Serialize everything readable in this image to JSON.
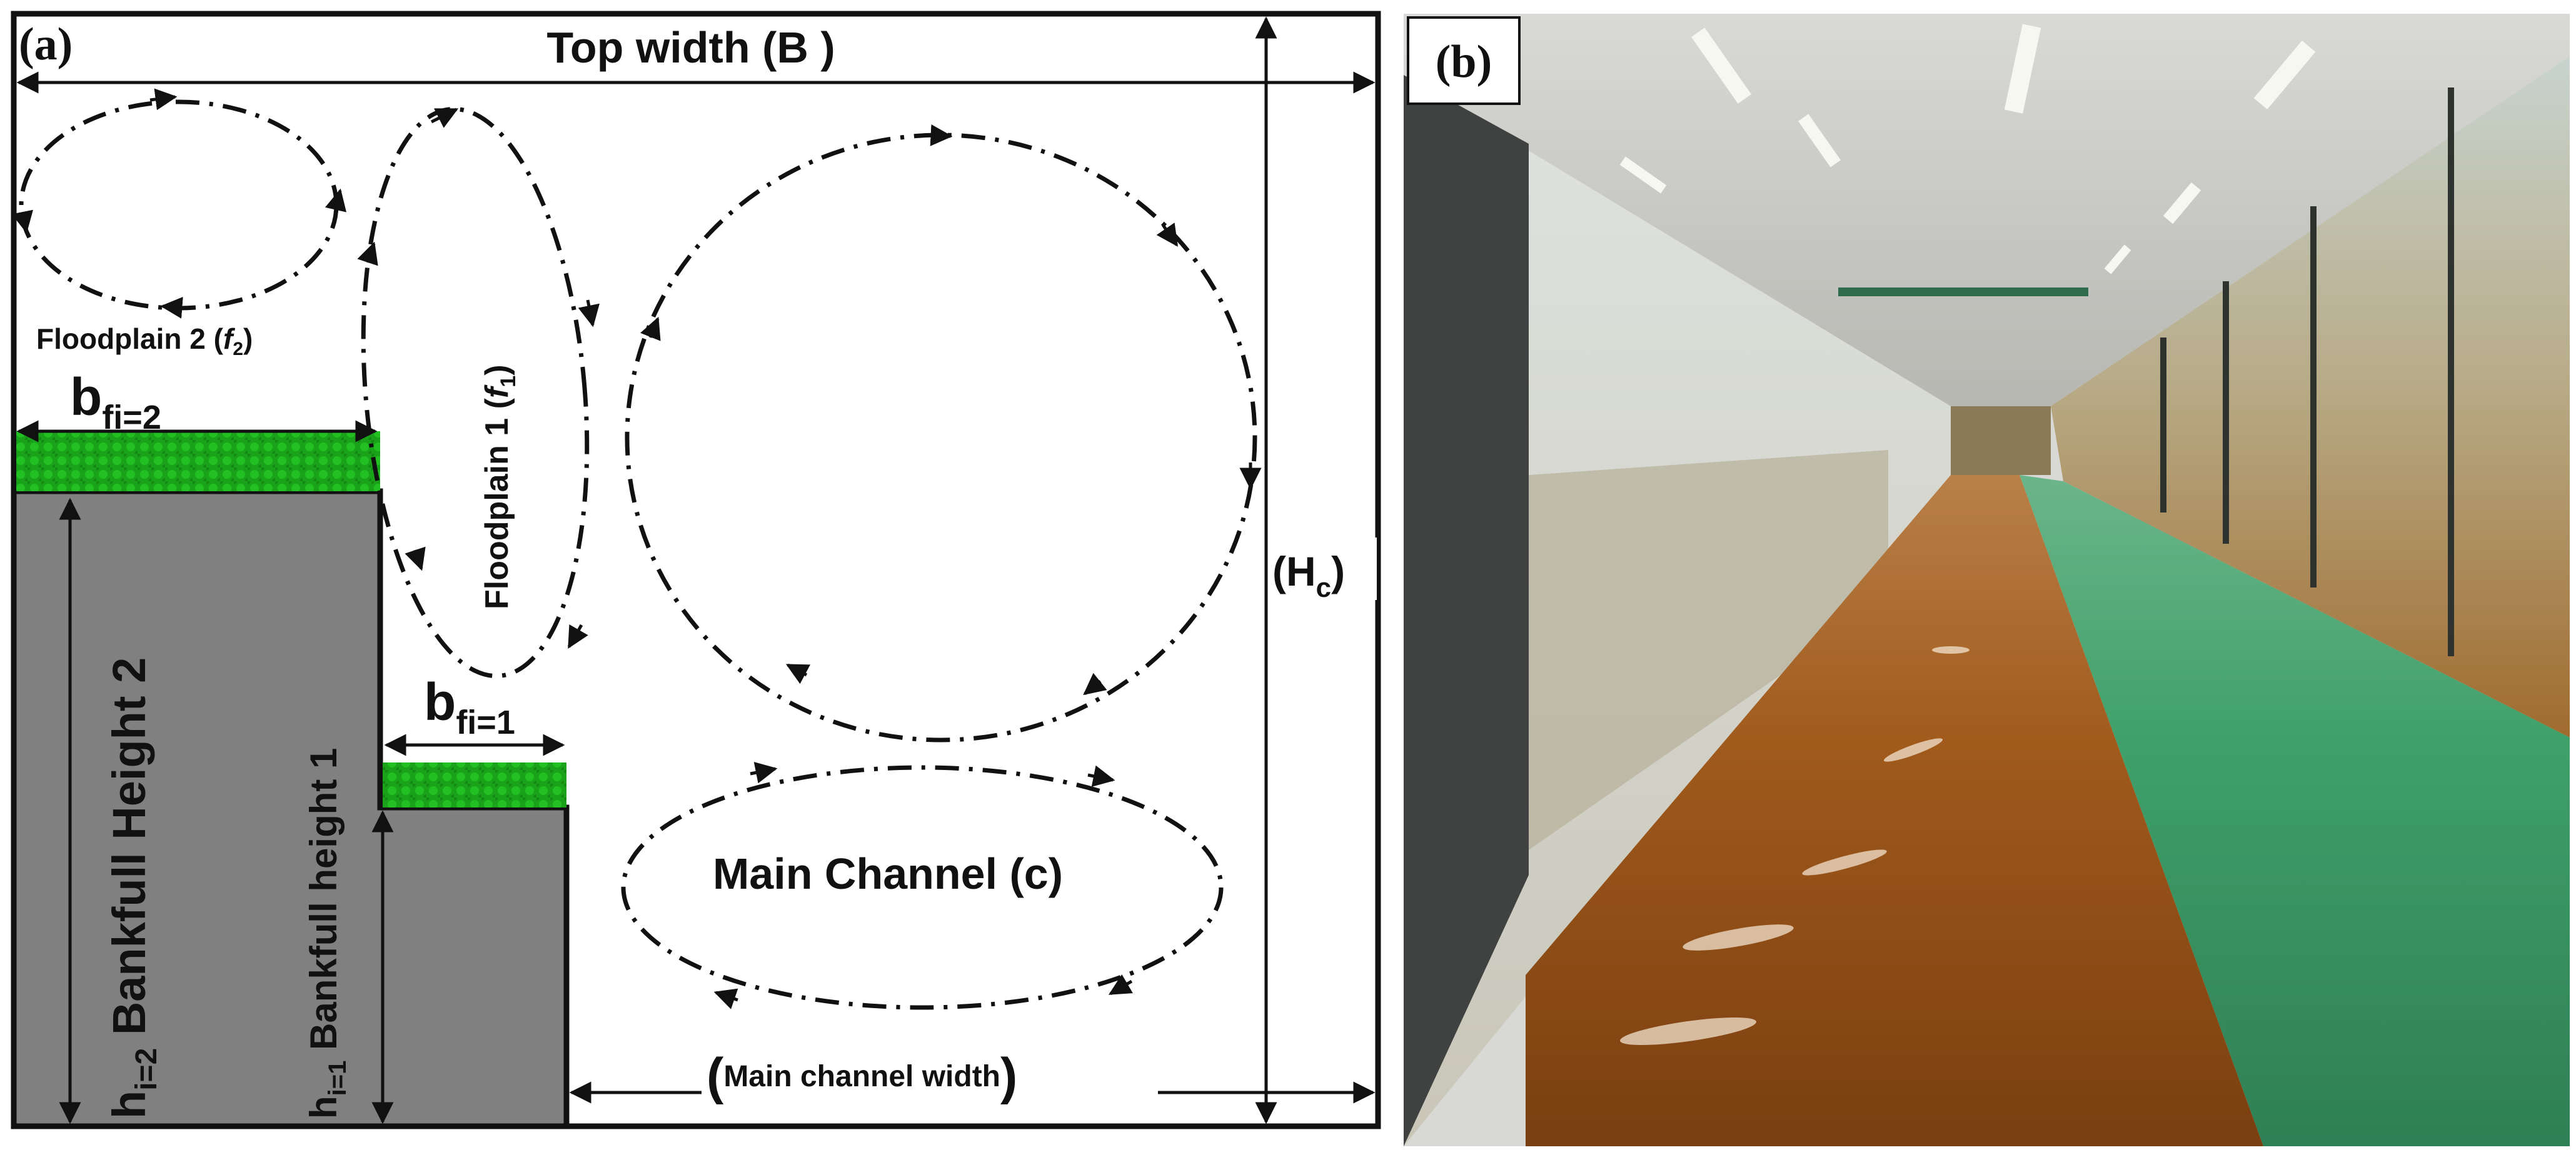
{
  "panel_a": {
    "label": "(a)",
    "top_width": "Top width (B )",
    "hc_label": "(H",
    "hc_sub": "c",
    "hc_close": ")",
    "floodplain2_text": "Floodplain 2 (",
    "floodplain2_var": "f",
    "floodplain2_sub": "2",
    "floodplain2_close": ")",
    "floodplain1_text": "Floodplain 1 (",
    "floodplain1_var": "f",
    "floodplain1_sub": "1",
    "floodplain1_close": ")",
    "bf2_main": "b",
    "bf2_sub": "fi=2",
    "bf1_main": "b",
    "bf1_sub": "fi=1",
    "main_channel": "Main Channel (c)",
    "main_channel_width_open": "(",
    "main_channel_width": "Main channel width",
    "main_channel_width_close": ")",
    "bh2_var": "h",
    "bh2_sub": "i=2",
    "bh2_text": " Bankfull Height 2",
    "bh1_var": "h",
    "bh1_sub": "i=1",
    "bh1_text": " Bankfull height 1",
    "colors": {
      "bed": "#808080",
      "vegetation": "#1aa31a"
    }
  },
  "panel_b": {
    "label": "(b)",
    "photo": "laboratory flume with vegetated floodplain, brown water in main channel, green vegetation on floodplain, glass side walls, ceiling lights"
  }
}
